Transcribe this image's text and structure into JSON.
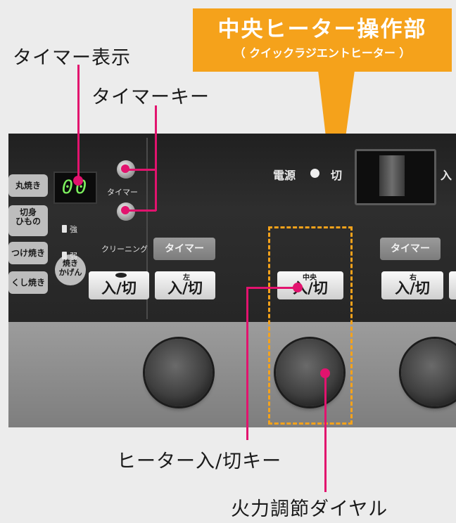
{
  "labels": {
    "timer_display": "タイマー表示",
    "timer_keys": "タイマーキー",
    "heater_key": "ヒーター入/切キー",
    "power_dial": "火力調節ダイヤル"
  },
  "banner": {
    "title": "中央ヒーター操作部",
    "subtitle": "（ クイックラジエントヒーター ）",
    "color": "#f5a21b"
  },
  "panel": {
    "display_value": "00",
    "timer_small": "タイマー",
    "cleaning": "クリーニング",
    "strong": "強",
    "weak": "弱",
    "mode_buttons": [
      "丸焼き",
      "切身\nひもの",
      "つけ焼き",
      "くし焼き"
    ],
    "grill_button": "焼き\nかげん",
    "power_label": "電源",
    "off_label": "切",
    "on_label": "入",
    "timer_btn": "タイマー",
    "key_label": "入/切",
    "sub_left": "左",
    "sub_center": "中央",
    "sub_right": "右"
  },
  "colors": {
    "accent": "#e2136e",
    "highlight": "#f5a21b"
  }
}
